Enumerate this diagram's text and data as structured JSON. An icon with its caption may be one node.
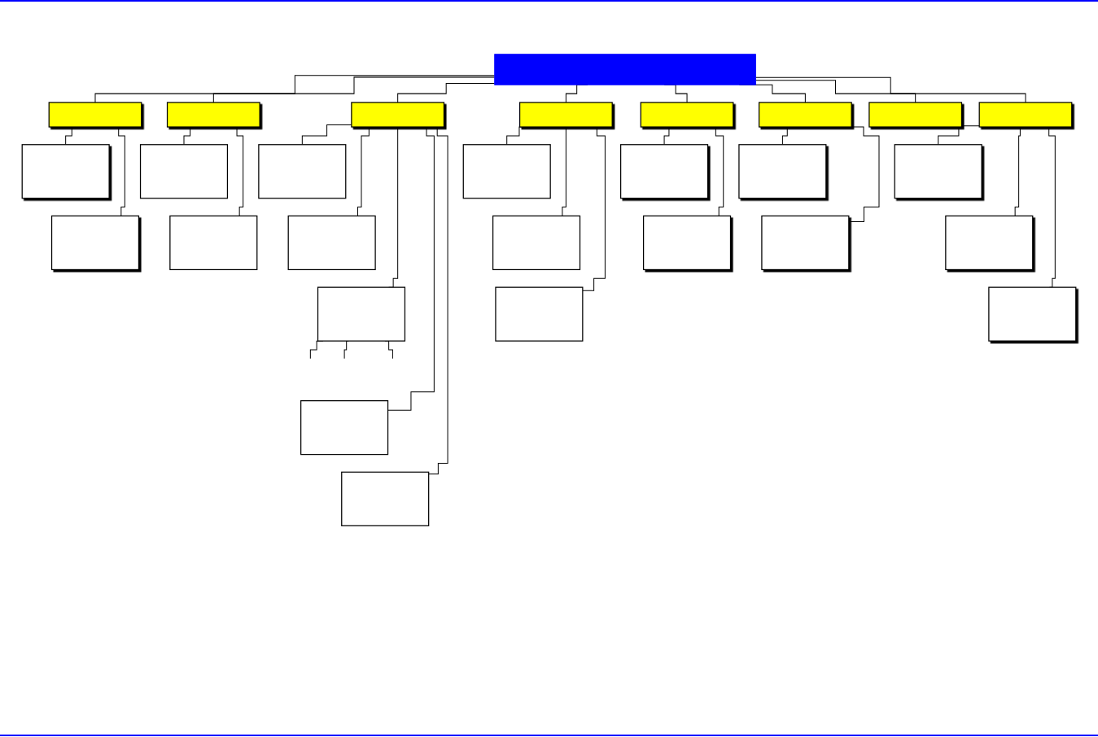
{
  "diagram": {
    "nodes": [
      {
        "text": [],
        "shape": "box"
      },
      {
        "text": [],
        "shape": "box"
      },
      {
        "text": [],
        "shape": "box"
      },
      {
        "text": [],
        "shape": "box"
      },
      {
        "text": [],
        "shape": "box"
      },
      {
        "text": [],
        "shape": "box"
      },
      {
        "text": [],
        "shape": "box"
      },
      {
        "text": [],
        "shape": "box"
      },
      {
        "text": [],
        "shape": "box"
      },
      {
        "text": [],
        "shape": "box"
      },
      {
        "text": [],
        "shape": "box"
      },
      {
        "text": [],
        "shape": "box"
      },
      {
        "text": [],
        "shape": "box"
      },
      {
        "text": [],
        "shape": "box"
      },
      {
        "text": [],
        "shape": "box"
      },
      {
        "text": [],
        "shape": "box"
      },
      {
        "text": [],
        "shape": "box"
      },
      {
        "text": [],
        "shape": "box"
      },
      {
        "text": [],
        "shape": "box"
      },
      {
        "text": [],
        "shape": "box"
      },
      {
        "text": [],
        "shape": "box"
      },
      {
        "text": [],
        "shape": "box"
      },
      {
        "text": [],
        "shape": "box"
      },
      {
        "text": [],
        "shape": "box"
      },
      {
        "text": [],
        "shape": "box"
      },
      {
        "text": [],
        "shape": "box"
      },
      {
        "text": [],
        "shape": "box"
      },
      {
        "text": [],
        "shape": "box"
      }
    ],
    "edges": [
      {
        "from": 0,
        "to": 1,
        "arrow": "none"
      },
      {
        "from": 0,
        "to": 2,
        "arrow": "none"
      },
      {
        "from": 0,
        "to": 3,
        "arrow": "none"
      },
      {
        "from": 0,
        "to": 4,
        "arrow": "none"
      },
      {
        "from": 0,
        "to": 5,
        "arrow": "none"
      },
      {
        "from": 0,
        "to": 6,
        "arrow": "none"
      },
      {
        "from": 0,
        "to": 7,
        "arrow": "none"
      },
      {
        "from": 0,
        "to": 8,
        "arrow": "none"
      },
      {
        "from": 1,
        "to": 9,
        "arrow": "none"
      },
      {
        "from": 1,
        "to": 10,
        "arrow": "none"
      },
      {
        "from": 2,
        "to": 11,
        "arrow": "none"
      },
      {
        "from": 2,
        "to": 12,
        "arrow": "none"
      },
      {
        "from": 3,
        "to": 13,
        "arrow": "none"
      },
      {
        "from": 3,
        "to": 14,
        "arrow": "none"
      },
      {
        "from": 3,
        "to": 15,
        "arrow": "none"
      },
      {
        "from": 3,
        "to": 16,
        "arrow": "none"
      },
      {
        "from": 3,
        "to": 17,
        "arrow": "none"
      },
      {
        "from": 4,
        "to": 18,
        "arrow": "none"
      },
      {
        "from": 4,
        "to": 19,
        "arrow": "none"
      },
      {
        "from": 4,
        "to": 20,
        "arrow": "none"
      },
      {
        "from": 5,
        "to": 21,
        "arrow": "none"
      },
      {
        "from": 5,
        "to": 22,
        "arrow": "none"
      },
      {
        "from": 6,
        "to": 23,
        "arrow": "none"
      },
      {
        "from": 6,
        "to": 24,
        "arrow": "none"
      },
      {
        "from": 8,
        "to": 25,
        "arrow": "none"
      },
      {
        "from": 8,
        "to": 26,
        "arrow": "none"
      },
      {
        "from": 8,
        "to": 27,
        "arrow": "none"
      },
      {
        "from": 15,
        "to": null,
        "arrow": "none"
      },
      {
        "from": 15,
        "to": null,
        "arrow": "none"
      },
      {
        "from": 15,
        "to": null,
        "arrow": "none"
      }
    ]
  }
}
